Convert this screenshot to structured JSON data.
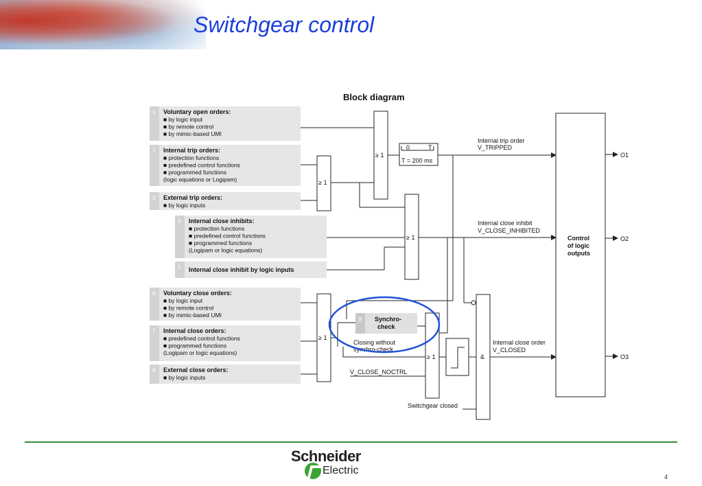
{
  "slide": {
    "title": "Switchgear control",
    "number": "4"
  },
  "logo": {
    "line1": "Schneider",
    "line2": "Electric"
  },
  "diagram": {
    "heading": "Block diagram",
    "inputs": [
      {
        "num": "1",
        "title": "Voluntary open orders:",
        "lines": [
          "■ by logic input",
          "■ by remote control",
          "■ by mimic-based UMI"
        ]
      },
      {
        "num": "2",
        "title": "Internal trip orders:",
        "lines": [
          "■ protection functions",
          "■ predefined control functions",
          "■ programmed functions",
          "(logic equations or Logipam)"
        ]
      },
      {
        "num": "3",
        "title": "External trip orders:",
        "lines": [
          "■ by logic inputs"
        ]
      },
      {
        "num": "4",
        "title": "Internal close inhibits:",
        "lines": [
          "■ protection functions",
          "■ predefined control functions",
          "■ programmed functions",
          "(Logipam or logic equations)"
        ]
      },
      {
        "num": "5",
        "title": "Internal close inhibit by logic inputs",
        "lines": []
      },
      {
        "num": "6",
        "title": "Voluntary close orders:",
        "lines": [
          "■ by logic input",
          "■ by remote control",
          "■ by mimic-based UMI"
        ]
      },
      {
        "num": "7",
        "title": "Internal close orders:",
        "lines": [
          "■ predefined control functions",
          "■ programmed functions",
          "(Logipam or logic equations)"
        ]
      },
      {
        "num": "8",
        "title": "External close orders:",
        "lines": [
          "■ by logic inputs"
        ]
      }
    ],
    "gate_or": "≥ 1",
    "gate_and": "&",
    "timer": {
      "t0": "0",
      "t1": "T",
      "value": "T = 200 ms"
    },
    "synchro": {
      "num": "9",
      "label1": "Synchro-",
      "label2": "check"
    },
    "closing_without": {
      "line1": "Closing without",
      "line2": "synchro-check"
    },
    "v_close_noctrl": "V_CLOSE_NOCTRL",
    "switchgear_closed": "Switchgear closed",
    "trip_order": {
      "line1": "Internal trip order",
      "line2": "V_TRIPPED"
    },
    "close_inhibit": {
      "line1": "Internal close inhibit",
      "line2": "V_CLOSE_INHIBITED"
    },
    "close_order": {
      "line1": "Internal close order",
      "line2": "V_CLOSED"
    },
    "control_block": {
      "line1": "Control",
      "line2": "of logic",
      "line3": "outputs"
    },
    "outputs": [
      "O1",
      "O2",
      "O3"
    ]
  },
  "colors": {
    "title": "#1a3fd9",
    "highlight": "#2150d8",
    "input_box": "#e6e6e6",
    "rule": "#2e8b3a"
  }
}
